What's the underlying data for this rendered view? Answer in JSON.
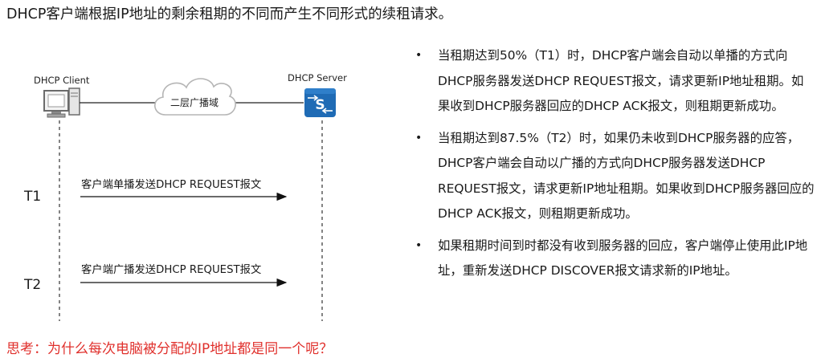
{
  "title": "DHCP客户端根据IP地址的剩余租期的不同而产生不同形式的续租请求。",
  "diagram": {
    "client_label": "DHCP Client",
    "server_label": "DHCP Server",
    "cloud_label": "二层广播域",
    "server_icon_letter": "S",
    "colors": {
      "server": "#1f6bb5",
      "arrow": "#111111",
      "cloud_stroke": "#b5b5b5"
    },
    "steps": [
      {
        "timer": "T1",
        "message": "客户端单播发送DHCP REQUEST报文"
      },
      {
        "timer": "T2",
        "message": "客户端广播发送DHCP REQUEST报文"
      }
    ]
  },
  "bullets": [
    "当租期达到50%（T1）时，DHCP客户端会自动以单播的方式向DHCP服务器发送DHCP REQUEST报文，请求更新IP地址租期。如果收到DHCP服务器回应的DHCP ACK报文，则租期更新成功。",
    "当租期达到87.5%（T2）时，如果仍未收到DHCP服务器的应答，DHCP客户端会自动以广播的方式向DHCP服务器发送DHCP REQUEST报文，请求更新IP地址租期。如果收到DHCP服务器回应的DHCP ACK报文，则租期更新成功。",
    "如果租期时间到时都没有收到服务器的回应，客户端停止使用此IP地址，重新发送DHCP DISCOVER报文请求新的IP地址。"
  ],
  "footer": "思考：为什么每次电脑被分配的IP地址都是同一个呢？"
}
